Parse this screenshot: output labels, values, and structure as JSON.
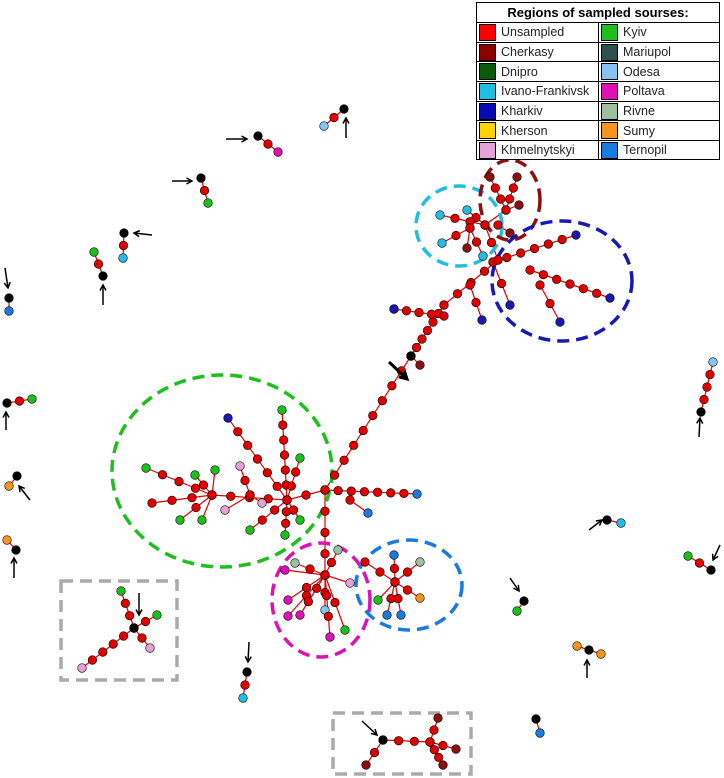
{
  "legend": {
    "title": "Regions of sampled sourses:",
    "left": [
      {
        "label": "Unsampled",
        "color": "#ff0000"
      },
      {
        "label": "Cherkasy",
        "color": "#8b0000"
      },
      {
        "label": "Dnipro",
        "color": "#0b5a0b"
      },
      {
        "label": "Ivano-Frankivsk",
        "color": "#22bde3"
      },
      {
        "label": "Kharkiv",
        "color": "#0a0ab4"
      },
      {
        "label": "Kherson",
        "color": "#ffd200"
      },
      {
        "label": "Khmelnytskyi",
        "color": "#e6a1d6"
      }
    ],
    "right": [
      {
        "label": "Kyiv",
        "color": "#1dbf1d"
      },
      {
        "label": "Mariupol",
        "color": "#2f4f4f"
      },
      {
        "label": "Odesa",
        "color": "#87c3f0"
      },
      {
        "label": "Poltava",
        "color": "#dd11b4"
      },
      {
        "label": "Rivne",
        "color": "#9dbf9d"
      },
      {
        "label": "Sumy",
        "color": "#f7941d"
      },
      {
        "label": "Ternopil",
        "color": "#1a7ae0"
      }
    ]
  },
  "colors": {
    "unsampled": "#e00000",
    "cherkasy": "#8b1010",
    "ivano": "#22bde3",
    "kharkiv": "#1818b4",
    "kyiv": "#1dbf1d",
    "odesa": "#87c3f0",
    "poltava": "#dd11b4",
    "rivne": "#9dbf9d",
    "sumy": "#f7941d",
    "ternopil": "#1a7ae0",
    "khmelnytskyi": "#e6a1d6",
    "reference": "#000000",
    "edge": "#e00000"
  },
  "clusters": [
    {
      "name": "kyiv-cluster",
      "region": "Kyiv",
      "style": "dashed-ellipse"
    },
    {
      "name": "poltava-cluster",
      "region": "Poltava",
      "style": "dashed-ellipse"
    },
    {
      "name": "ternopil-cluster",
      "region": "Ternopil",
      "style": "dashed-ellipse"
    },
    {
      "name": "ivano-frankivsk-cluster",
      "region": "Ivano-Frankivsk",
      "style": "dashed-ellipse"
    },
    {
      "name": "cherkasy-cluster",
      "region": "Cherkasy",
      "style": "dashed-ellipse"
    },
    {
      "name": "kharkiv-cluster",
      "region": "Kharkiv",
      "style": "dashed-ellipse"
    },
    {
      "name": "boxed-group-left",
      "style": "dashed-box"
    },
    {
      "name": "boxed-group-bottom",
      "style": "dashed-box"
    }
  ]
}
